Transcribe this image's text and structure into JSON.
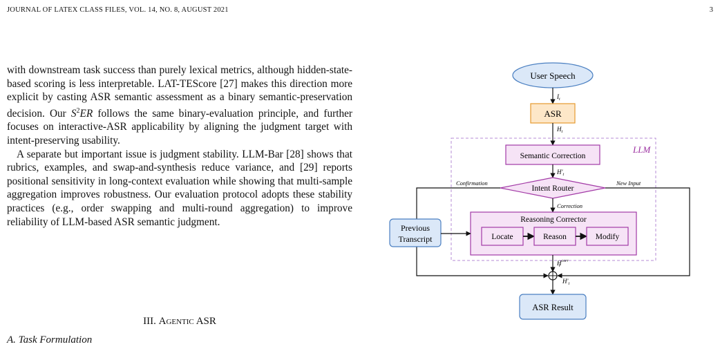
{
  "header": {
    "journal": "JOURNAL OF LATEX CLASS FILES, VOL. 14, NO. 8, AUGUST 2021",
    "page_number": "3"
  },
  "body": {
    "p1_a": "with downstream task success than purely lexical metrics, although hidden-state-based scoring is less interpretable. LAT-TEScore [27] makes this direction more explicit by casting ASR semantic assessment as a binary semantic-preservation decision. Our ",
    "p1_math_s": "S",
    "p1_math_sup": "2",
    "p1_math_er": "ER",
    "p1_b": " follows the same binary-evaluation principle, and further focuses on interactive-ASR applicability by aligning the judgment target with intent-preserving usability.",
    "p2": "A separate but important issue is judgment stability. LLM-Bar [28] shows that rubrics, examples, and swap-and-synthesis reduce variance, and [29] reports positional sensitivity in long-context evaluation while showing that multi-sample aggregation improves robustness. Our evaluation protocol adopts these stability practices (e.g., order swapping and multi-round aggregation) to improve reliability of LLM-based ASR semantic judgment."
  },
  "section": {
    "number": "III.",
    "title": "Agentic ASR"
  },
  "subsection": {
    "label": "A. Task Formulation"
  },
  "diagram": {
    "user_speech": "User Speech",
    "asr": "ASR",
    "llm_label": "LLM",
    "semantic_correction": "Semantic Correction",
    "intent_router": "Intent Router",
    "confirmation": "Confirmation",
    "new_input": "New Input",
    "correction": "Correction",
    "reasoning_corrector": "Reasoning Corrector",
    "locate": "Locate",
    "reason": "Reason",
    "modify": "Modify",
    "previous_transcript_1": "Previous",
    "previous_transcript_2": "Transcript",
    "asr_result": "ASR Result",
    "sym_I": "I",
    "sym_H": "H",
    "sym_H_prime": "H'",
    "sub_t": "t",
    "sup_corr": "corr",
    "colors": {
      "speech_fill": "#dbe8f8",
      "speech_stroke": "#4a7fc1",
      "asr_fill": "#fde7c8",
      "asr_stroke": "#e69a2e",
      "llm_fill": "#f6e3f6",
      "llm_stroke": "#a23aa6",
      "llm_label": "#9b2fa0",
      "dashed_border": "#b48bd6",
      "result_fill": "#dbe8f8",
      "result_stroke": "#4a7fc1"
    }
  }
}
